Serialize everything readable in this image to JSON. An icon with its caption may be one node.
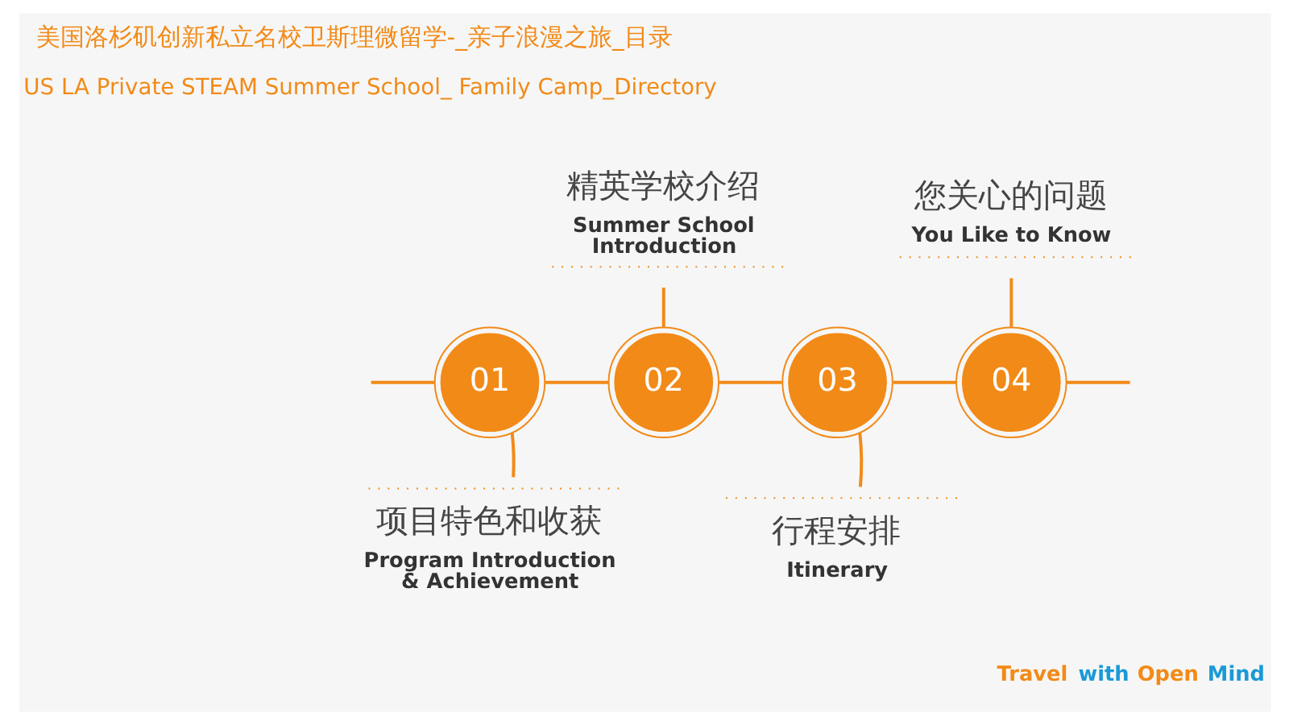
{
  "diagram": {
    "title": "美国洛杉矶创新私立名校卫斯理微留学-_亲子浪漫之旅_目录",
    "nodes": [
      {
        "text": [
          "01"
        ]
      },
      {
        "text": [
          "项目特色和收获",
          "Program Introduction & Achievement"
        ]
      },
      {
        "text": [
          "02"
        ]
      },
      {
        "text": [
          "精英学校介绍",
          "Summer School Introduction"
        ]
      },
      {
        "text": [
          "03"
        ]
      },
      {
        "text": [
          "行程安排",
          "Itinerary"
        ]
      },
      {
        "text": [
          "04"
        ]
      },
      {
        "text": [
          "您关心的问题",
          "You Like to Know"
        ]
      }
    ],
    "edges": [
      {
        "from": null,
        "to": 0,
        "arrow": "none"
      },
      {
        "from": 0,
        "to": 2,
        "arrow": "none"
      },
      {
        "from": 2,
        "to": 4,
        "arrow": "none"
      },
      {
        "from": 4,
        "to": 6,
        "arrow": "none"
      },
      {
        "from": 6,
        "to": null,
        "arrow": "none"
      },
      {
        "from": 1,
        "to": 0,
        "arrow": "none"
      },
      {
        "from": 3,
        "to": 2,
        "arrow": "none"
      },
      {
        "from": 5,
        "to": 4,
        "arrow": "none"
      },
      {
        "from": 7,
        "to": 6,
        "arrow": "none"
      }
    ],
    "labels": [
      "US LA Private STEAM Summer School_ Family Camp_Directory",
      "Travel with Open Mind"
    ]
  }
}
